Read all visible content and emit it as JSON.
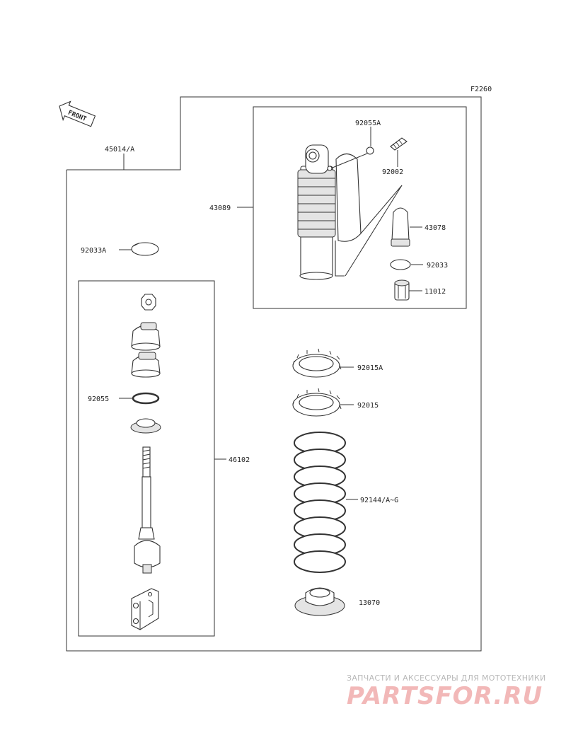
{
  "figure_code": "F2260",
  "front_label": "FRONT",
  "parts": {
    "assembly": "45014/A",
    "shock_body": "43089",
    "seal_ring_a": "92055A",
    "valve": "92002",
    "bladder": "43078",
    "snap_ring": "92033",
    "cap": "11012",
    "snap_ring_a": "92033A",
    "o_ring": "92055",
    "rod_assembly": "46102",
    "locknut_a": "92015A",
    "locknut": "92015",
    "spring": "92144/A~G",
    "spring_guide": "13070"
  },
  "watermark": {
    "tagline": "ЗАПЧАСТИ И АКСЕССУАРЫ ДЛЯ МОТОТЕХНИКИ",
    "logo": "PARTSFOR.RU"
  }
}
